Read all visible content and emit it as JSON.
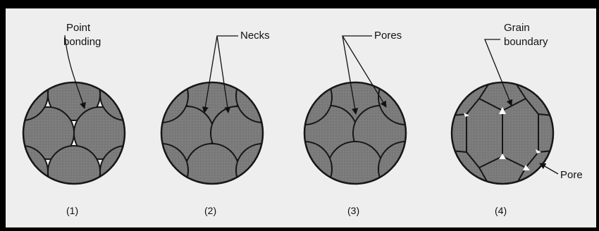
{
  "stages": [
    {
      "caption": "(1)",
      "labels": [
        "Point",
        "bonding"
      ]
    },
    {
      "caption": "(2)",
      "labels": [
        "Necks"
      ]
    },
    {
      "caption": "(3)",
      "labels": [
        "Pores"
      ]
    },
    {
      "caption": "(4)",
      "labels": [
        "Grain",
        "boundary"
      ],
      "extra_label": "Pore"
    }
  ],
  "colors": {
    "background": "#eeeeee",
    "frame": "#000000",
    "particle_fill": "#7b7b7b",
    "outline": "#161616",
    "pore": "#ffffff"
  }
}
